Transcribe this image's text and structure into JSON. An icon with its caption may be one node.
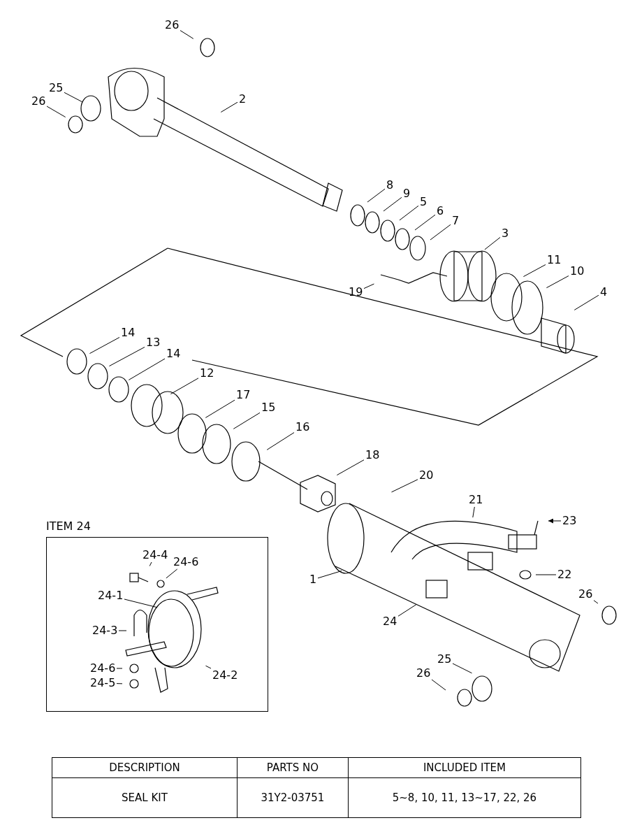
{
  "diagram": {
    "nodes": [
      {
        "text": [
          "ITEM 24"
        ]
      },
      {
        "text": [
          "26"
        ]
      },
      {
        "text": [
          "25"
        ]
      },
      {
        "text": [
          "26"
        ]
      },
      {
        "text": [
          "2"
        ]
      },
      {
        "text": [
          "8"
        ]
      },
      {
        "text": [
          "9"
        ]
      },
      {
        "text": [
          "5"
        ]
      },
      {
        "text": [
          "6"
        ]
      },
      {
        "text": [
          "7"
        ]
      },
      {
        "text": [
          "3"
        ]
      },
      {
        "text": [
          "11"
        ]
      },
      {
        "text": [
          "10"
        ]
      },
      {
        "text": [
          "19"
        ]
      },
      {
        "text": [
          "4"
        ]
      },
      {
        "text": [
          "14"
        ]
      },
      {
        "text": [
          "13"
        ]
      },
      {
        "text": [
          "14"
        ]
      },
      {
        "text": [
          "12"
        ]
      },
      {
        "text": [
          "17"
        ]
      },
      {
        "text": [
          "15"
        ]
      },
      {
        "text": [
          "16"
        ]
      },
      {
        "text": [
          "18"
        ]
      },
      {
        "text": [
          "20"
        ]
      },
      {
        "text": [
          "21"
        ]
      },
      {
        "text": [
          "23"
        ]
      },
      {
        "text": [
          "24-4"
        ],
        "in": 0
      },
      {
        "text": [
          "24-6"
        ],
        "in": 0
      },
      {
        "text": [
          "24-1"
        ],
        "in": 0
      },
      {
        "text": [
          "24-3"
        ],
        "in": 0
      },
      {
        "text": [
          "24-6"
        ],
        "in": 0
      },
      {
        "text": [
          "24-5"
        ],
        "in": 0
      },
      {
        "text": [
          "24-2"
        ],
        "in": 0
      },
      {
        "text": [
          "1"
        ]
      },
      {
        "text": [
          "22"
        ]
      },
      {
        "text": [
          "24"
        ]
      },
      {
        "text": [
          "26"
        ]
      },
      {
        "text": [
          "25"
        ]
      },
      {
        "text": [
          "26"
        ]
      },
      {
        "text": [],
        "shape": "picture",
        "in": 0
      }
    ],
    "edges": [
      {
        "from": 1,
        "to": null,
        "arrow": "none"
      },
      {
        "from": 2,
        "to": null,
        "arrow": "none"
      },
      {
        "from": 3,
        "to": null,
        "arrow": "none"
      },
      {
        "from": 4,
        "to": null,
        "arrow": "none"
      },
      {
        "from": 5,
        "to": null,
        "arrow": "none"
      },
      {
        "from": 6,
        "to": null,
        "arrow": "none"
      },
      {
        "from": 7,
        "to": null,
        "arrow": "none"
      },
      {
        "from": 8,
        "to": null,
        "arrow": "none"
      },
      {
        "from": 9,
        "to": null,
        "arrow": "none"
      },
      {
        "from": 10,
        "to": null,
        "arrow": "none"
      },
      {
        "from": 11,
        "to": null,
        "arrow": "none"
      },
      {
        "from": 12,
        "to": null,
        "arrow": "none"
      },
      {
        "from": 13,
        "to": null,
        "arrow": "none"
      },
      {
        "from": 14,
        "to": null,
        "arrow": "none"
      },
      {
        "from": 15,
        "to": null,
        "arrow": "none"
      },
      {
        "from": 16,
        "to": null,
        "arrow": "none"
      },
      {
        "from": 17,
        "to": null,
        "arrow": "none"
      },
      {
        "from": 18,
        "to": null,
        "arrow": "none"
      },
      {
        "from": 19,
        "to": null,
        "arrow": "none"
      },
      {
        "from": 20,
        "to": null,
        "arrow": "none"
      },
      {
        "from": 21,
        "to": null,
        "arrow": "none"
      },
      {
        "from": 22,
        "to": null,
        "arrow": "none"
      },
      {
        "from": 23,
        "to": null,
        "arrow": "none"
      },
      {
        "from": 24,
        "to": null,
        "arrow": "none"
      },
      {
        "from": 25,
        "to": null,
        "arrow": "to"
      },
      {
        "from": 26,
        "to": 39,
        "arrow": "none"
      },
      {
        "from": 27,
        "to": 39,
        "arrow": "none"
      },
      {
        "from": 28,
        "to": 39,
        "arrow": "none"
      },
      {
        "from": 29,
        "to": 39,
        "arrow": "none"
      },
      {
        "from": 30,
        "to": 39,
        "arrow": "none"
      },
      {
        "from": 31,
        "to": 39,
        "arrow": "none"
      },
      {
        "from": 32,
        "to": 39,
        "arrow": "none"
      },
      {
        "from": 33,
        "to": null,
        "arrow": "none"
      },
      {
        "from": 34,
        "to": null,
        "arrow": "none"
      },
      {
        "from": 35,
        "to": null,
        "arrow": "none"
      },
      {
        "from": 36,
        "to": null,
        "arrow": "none"
      },
      {
        "from": 37,
        "to": null,
        "arrow": "none"
      },
      {
        "from": 38,
        "to": null,
        "arrow": "none"
      }
    ],
    "labels": [
      "DESCRIPTION",
      "PARTS NO",
      "INCLUDED ITEM",
      "SEAL KIT",
      "31Y2-03751",
      "5~8, 10, 11, 13~17, 22, 26"
    ]
  }
}
